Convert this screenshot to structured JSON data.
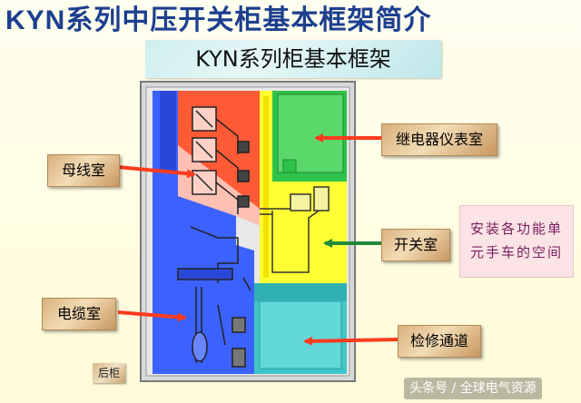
{
  "title": "KYN系列中压开关柜基本框架简介",
  "subtitle": "KYN系列柜基本框架",
  "labels": {
    "busbar": "母线室",
    "relay": "继电器仪表室",
    "switch": "开关室",
    "cable": "电缆室",
    "maintenance": "检修通道",
    "rear": "后柜"
  },
  "note": {
    "line1": "安装各功能单",
    "line2": "元手车的空间"
  },
  "watermark": "头条号 / 全球电气资源",
  "colors": {
    "busbar_room": "#ff5a36",
    "relay_room": "#2fc24a",
    "switch_room": "#ffff33",
    "cable_room": "#3b62ff",
    "channel": "#40c6c6",
    "arrow_red": "#ff3b1e",
    "arrow_green": "#1f8a3a"
  }
}
